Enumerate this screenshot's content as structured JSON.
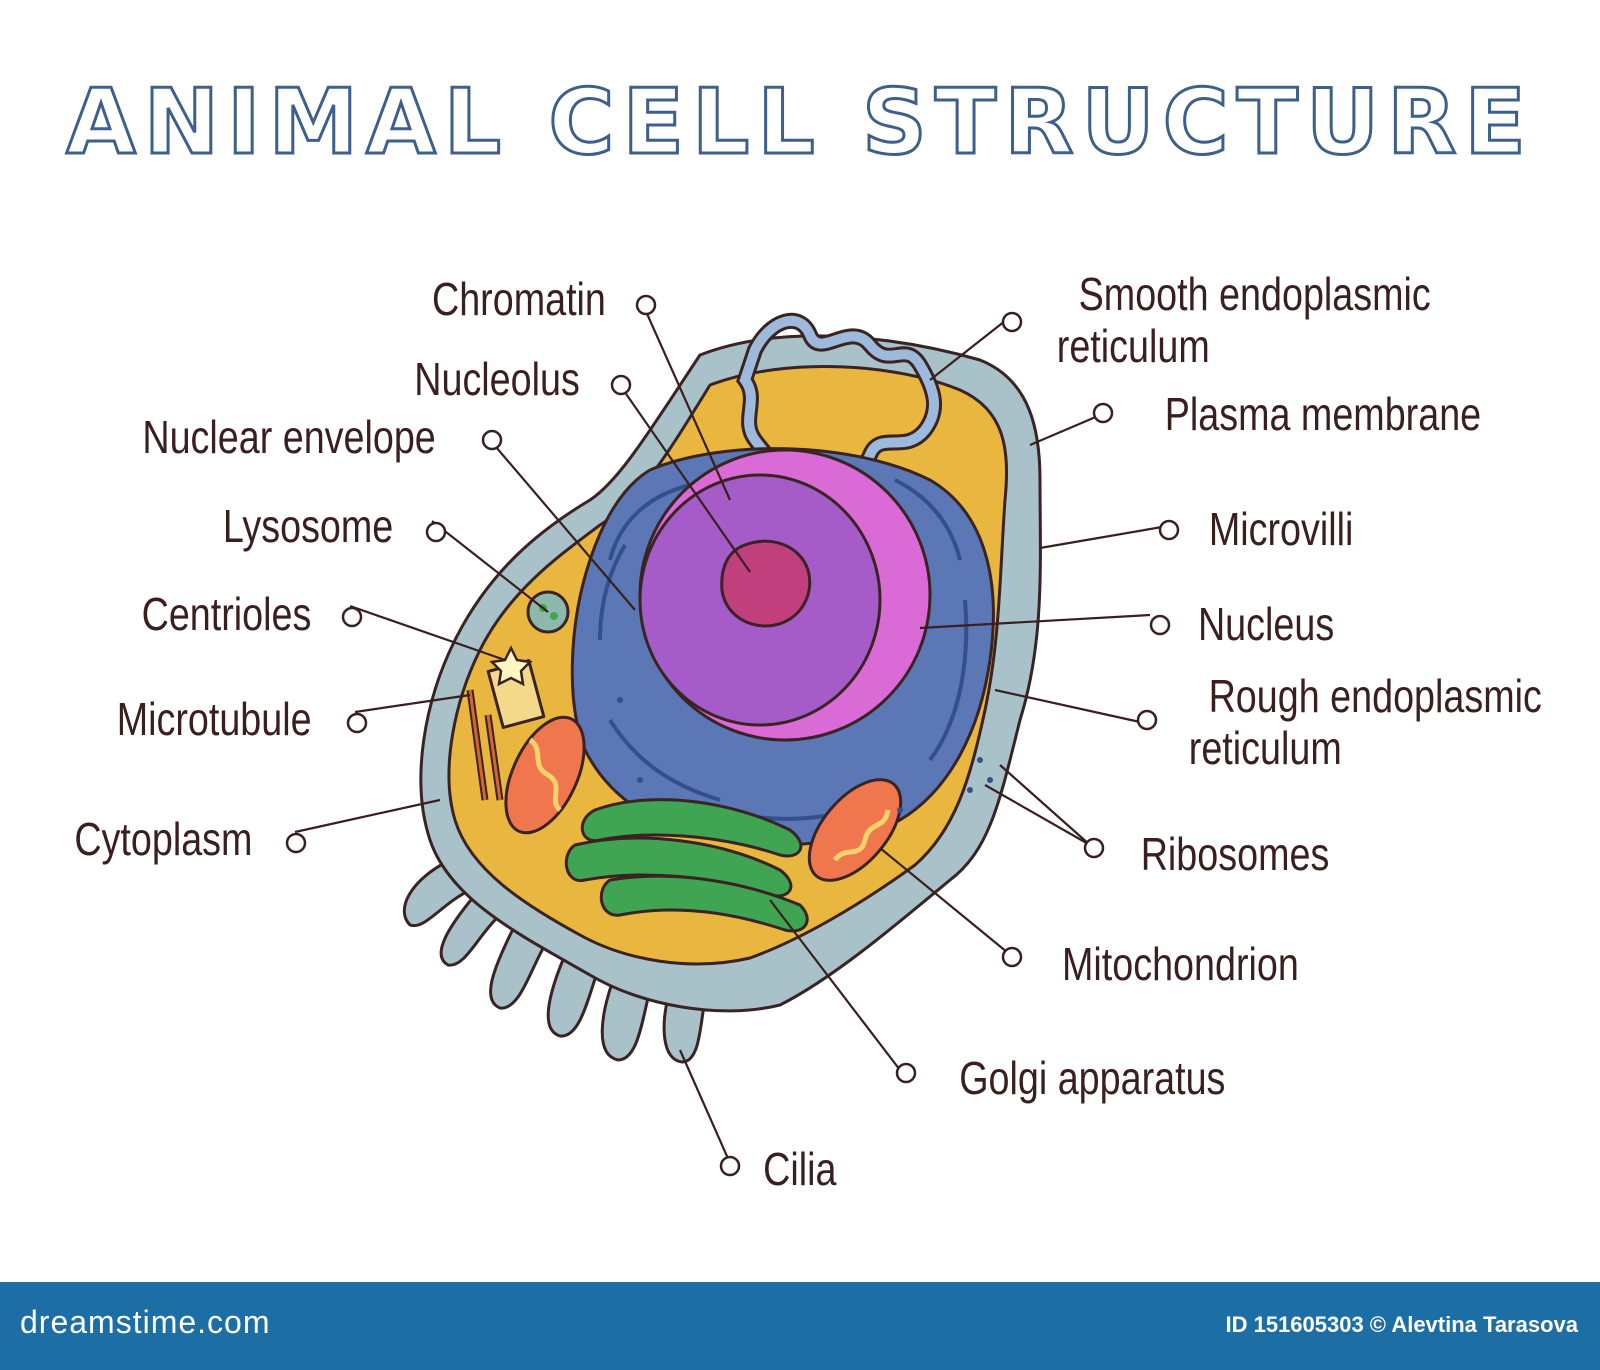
{
  "title": "ANIMAL CELL STRUCTURE",
  "labels": {
    "chromatin": "Chromatin",
    "nucleolus": "Nucleolus",
    "nuclear_envelope": "Nuclear envelope",
    "lysosome": "Lysosome",
    "centrioles": "Centrioles",
    "microtubule": "Microtubule",
    "cytoplasm": "Cytoplasm",
    "smooth_er_line1": "Smooth endoplasmic",
    "smooth_er_line2": "reticulum",
    "plasma_membrane": "Plasma membrane",
    "microvilli": "Microvilli",
    "nucleus": "Nucleus",
    "rough_er_line1": "Rough endoplasmic",
    "rough_er_line2": "reticulum",
    "ribosomes": "Ribosomes",
    "mitochondrion": "Mitochondrion",
    "golgi": "Golgi apparatus",
    "cilia": "Cilia"
  },
  "colors": {
    "membrane": "#a9c1c9",
    "cytoplasm": "#e9b73f",
    "rough_er": "#5b77b5",
    "nucleus": "#a55cc9",
    "nuclear_envelope": "#d96ad6",
    "nucleolus": "#c23f7e",
    "mitochondrion": "#f0764e",
    "golgi": "#3fa552",
    "smooth_er": "#9db9db",
    "lysosome": "#8fb8ad",
    "title": "#3d5f8c",
    "footer": "#1c6ea4"
  },
  "footer": {
    "brand": "dreamstime.com",
    "credit": "ID 151605303 © Alevtina Tarasova"
  }
}
